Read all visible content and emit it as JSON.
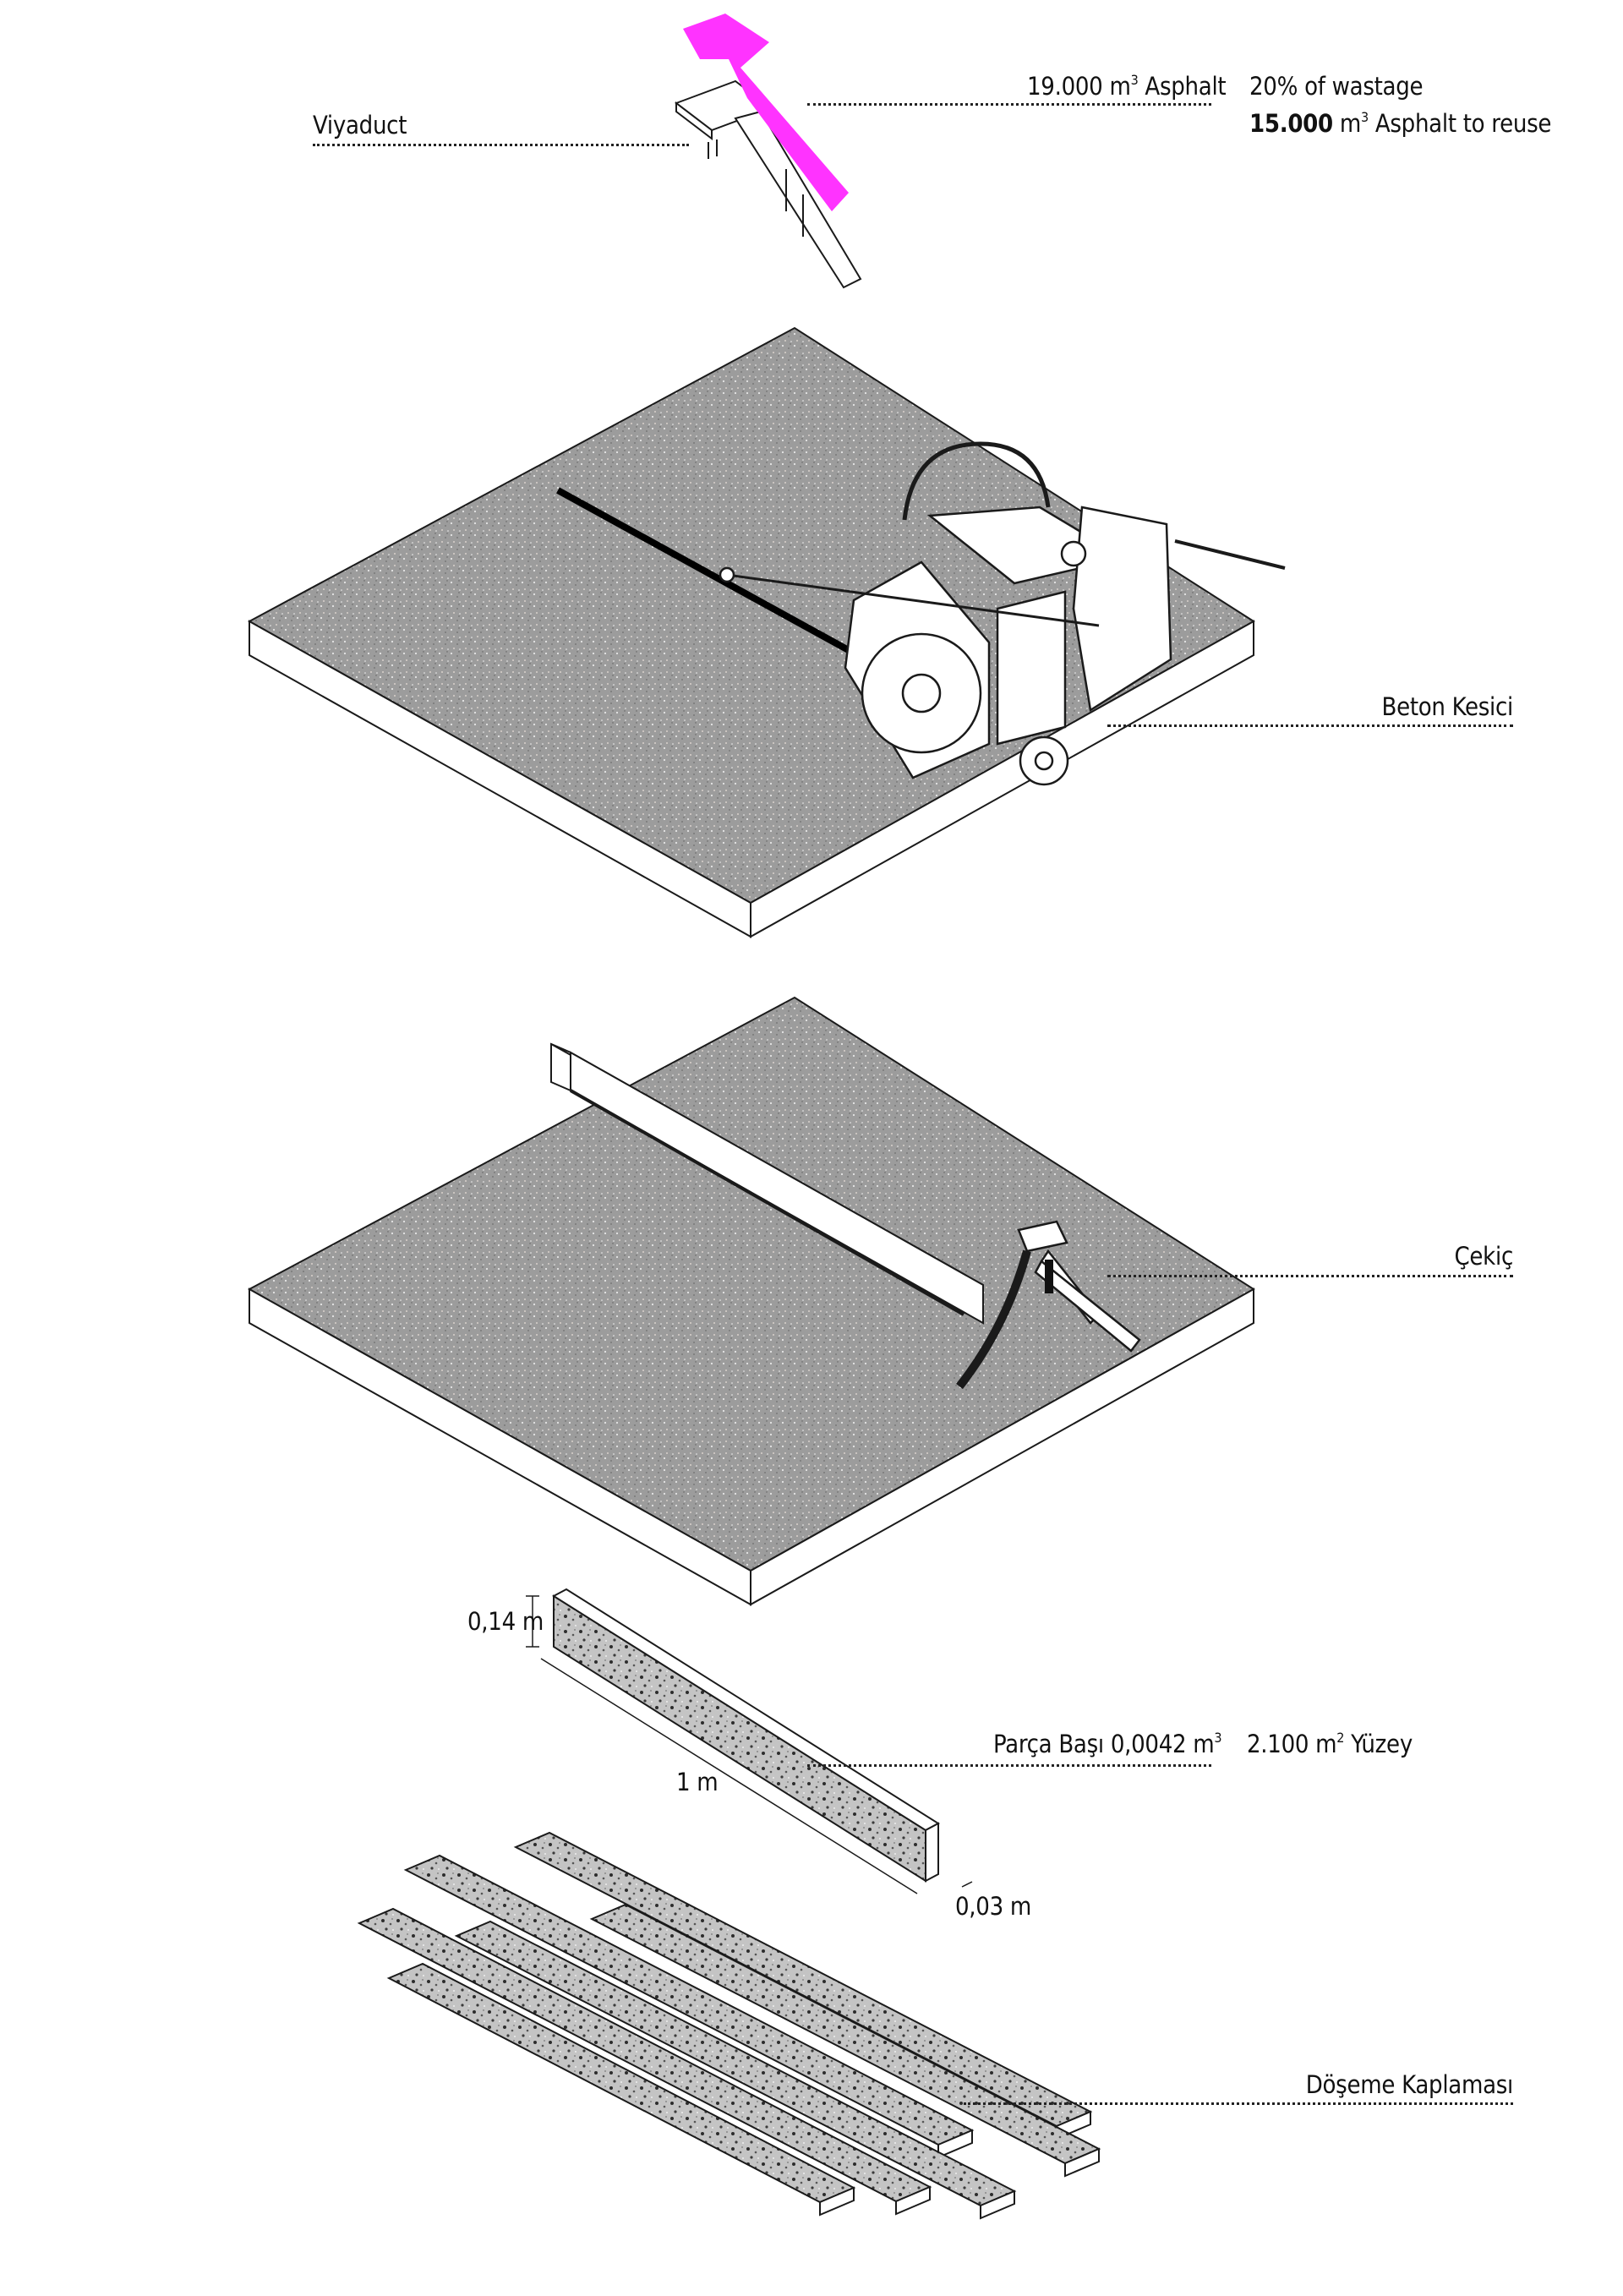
{
  "labels": {
    "viyaduct": "Viyaduct",
    "asphalt_volume": "19.000 m",
    "asphalt_volume_sup": "3",
    "asphalt_volume_tail": " Asphalt",
    "wastage": "20% of wastage",
    "reuse_amount": "15.000",
    "reuse_unit": " m",
    "reuse_sup": "3",
    "reuse_tail": " Asphalt to reuse",
    "beton_kesici": "Beton Kesici",
    "cekic": "Çekiç",
    "height_dim": "0,14 m",
    "length_dim": "1 m",
    "thickness_dim": "0,03 m",
    "parca_basi": "Parça Başı 0,0042 m",
    "parca_basi_sup": "3",
    "yuzey": "2.100 m",
    "yuzey_sup": "2",
    "yuzey_tail": " Yüzey",
    "doseme": "Döşeme Kaplaması"
  },
  "colors": {
    "highlight": "#ff33ff",
    "slab_top": "#9a9a9a",
    "slab_side": "#ffffff",
    "stroke": "#1a1a1a",
    "tile": "#b8b8b8"
  }
}
